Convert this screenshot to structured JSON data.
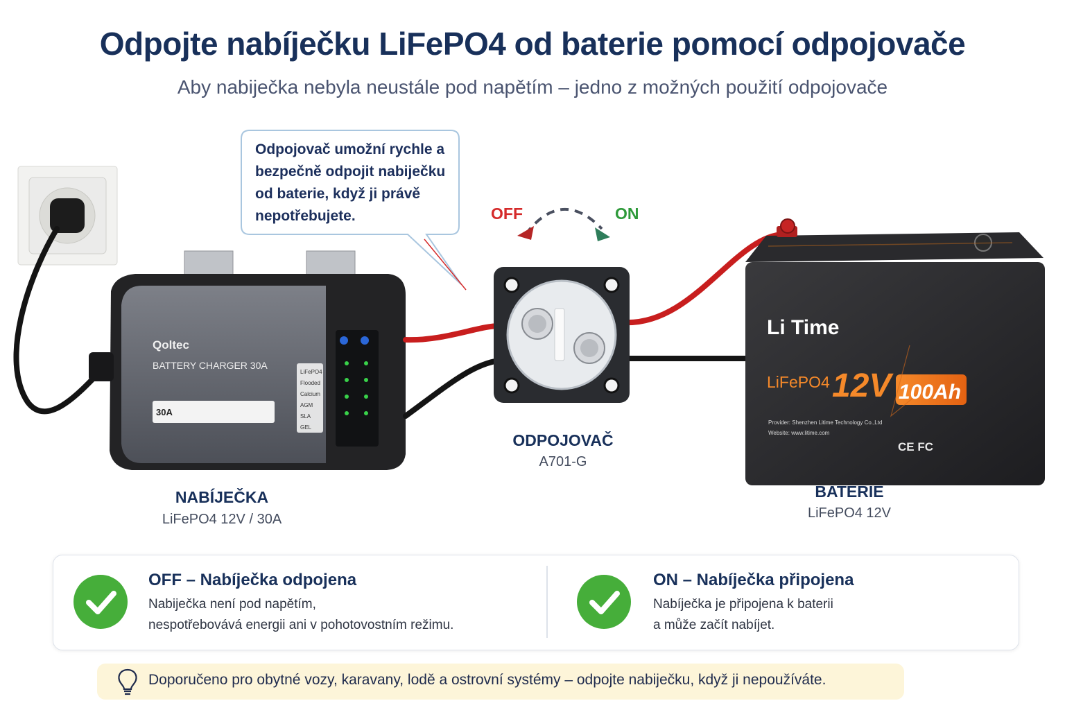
{
  "header": {
    "title": "Odpojte nabíječku LiFePO4 od baterie pomocí odpojovače",
    "subtitle": "Aby nabiječka nebyla neustále pod napětím – jedno z možných použití odpojovače"
  },
  "callout": {
    "lines": [
      "Odpojovač umožní rychle a",
      "bezpečně odpojit nabiječku",
      "od baterie, když ji právě",
      "nepotřebujete."
    ]
  },
  "switch_arrow": {
    "off_label": "OFF",
    "on_label": "ON"
  },
  "charger": {
    "label": "NABÍJEČKA",
    "spec": "LiFePO4 12V / 30A",
    "brand": "Qoltec",
    "model_text": "BATTERY CHARGER 30A",
    "rating": "30A",
    "modes": [
      "LiFePO4",
      "Flooded",
      "Calcium",
      "AGM",
      "SLA",
      "GEL"
    ]
  },
  "disconnector": {
    "label": "ODPOJOVAČ",
    "model": "A701-G"
  },
  "battery": {
    "label": "BATERIE",
    "spec": "LiFePO4 12V",
    "brand": "Li Time",
    "chem": "LiFePO4",
    "voltage": "12V",
    "capacity": "100Ah",
    "provider": "Provider: Shenzhen Litime Technology Co.,Ltd",
    "website": "Website: www.litime.com",
    "marks": "CE FC"
  },
  "states": {
    "off": {
      "title": "OFF – Nabíječka odpojena",
      "lines": [
        "Nabiječka není pod napětím,",
        "nespotřebovává energii ani v pohotovostním režimu."
      ]
    },
    "on": {
      "title": "ON – Nabíječka připojena",
      "lines": [
        "Nabíječka je připojena k baterii",
        "a může začít nabíjet."
      ]
    }
  },
  "tip": {
    "text": "Doporučeno pro obytné vozy, karavany, lodě a ostrovní systémy – odpojte nabiječku, když ji nepoužíváte."
  },
  "colors": {
    "title": "#18305a",
    "off": "#d52a2a",
    "on": "#2e9a3a",
    "check": "#46ae3a",
    "battery_accent": "#f07a1a"
  }
}
